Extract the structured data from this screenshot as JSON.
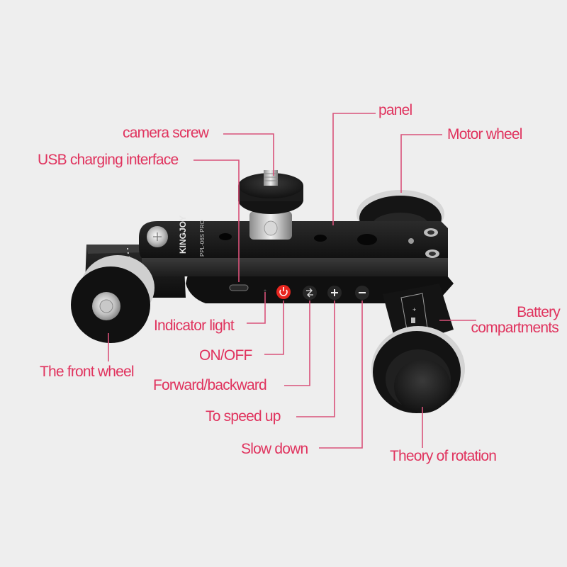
{
  "colors": {
    "label": "#e0335e",
    "leader": "#d9527a",
    "background": "#eeeeee",
    "body": "#1a1a1a",
    "power_button": "#e8261f"
  },
  "device": {
    "brand": "KINGJOY",
    "model": "PPL-06S PRO"
  },
  "labels": {
    "camera_screw": "camera screw",
    "usb_charging": "USB charging interface",
    "panel": "panel",
    "motor_wheel": "Motor wheel",
    "indicator_light": "Indicator light",
    "on_off": "ON/OFF",
    "forward_backward": "Forward/backward",
    "speed_up": "To speed up",
    "slow_down": "Slow down",
    "front_wheel": "The front wheel",
    "battery_line1": "Battery",
    "battery_line2": "compartments",
    "rotation": "Theory of rotation"
  },
  "icons": {
    "power": "power-icon",
    "direction": "swap-arrows-icon",
    "plus": "plus-icon",
    "minus": "minus-icon"
  }
}
